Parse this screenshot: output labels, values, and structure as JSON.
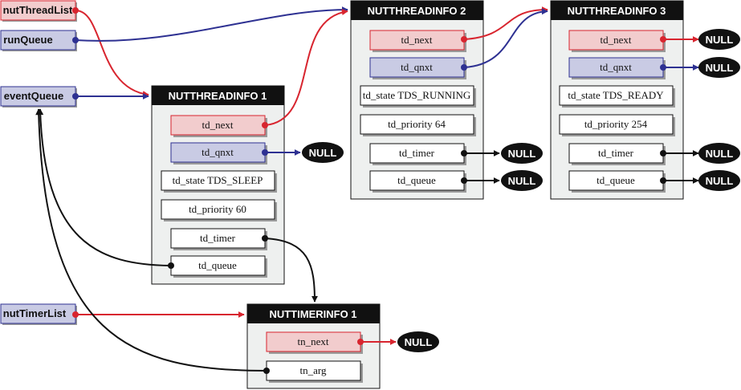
{
  "colors": {
    "red": "#d8252f",
    "red_fill": "#f2cccd",
    "blue": "#2e3192",
    "blue_fill": "#c9cbe4",
    "black": "#111111",
    "panel_bg": "#eef0ef"
  },
  "variables": {
    "nutThreadList": "nutThreadList",
    "runQueue": "runQueue",
    "eventQueue": "eventQueue",
    "nutTimerList": "nutTimerList"
  },
  "null_label": "NULL",
  "thread1": {
    "title": "NUTTHREADINFO 1",
    "td_next": "td_next",
    "td_qnxt": "td_qnxt",
    "td_state": "td_state TDS_SLEEP",
    "td_priority": "td_priority 60",
    "td_timer": "td_timer",
    "td_queue": "td_queue"
  },
  "thread2": {
    "title": "NUTTHREADINFO 2",
    "td_next": "td_next",
    "td_qnxt": "td_qnxt",
    "td_state": "td_state TDS_RUNNING",
    "td_priority": "td_priority 64",
    "td_timer": "td_timer",
    "td_queue": "td_queue"
  },
  "thread3": {
    "title": "NUTTHREADINFO 3",
    "td_next": "td_next",
    "td_qnxt": "td_qnxt",
    "td_state": "td_state TDS_READY",
    "td_priority": "td_priority 254",
    "td_timer": "td_timer",
    "td_queue": "td_queue"
  },
  "timer1": {
    "title": "NUTTIMERINFO 1",
    "tn_next": "tn_next",
    "tn_arg": "tn_arg"
  }
}
